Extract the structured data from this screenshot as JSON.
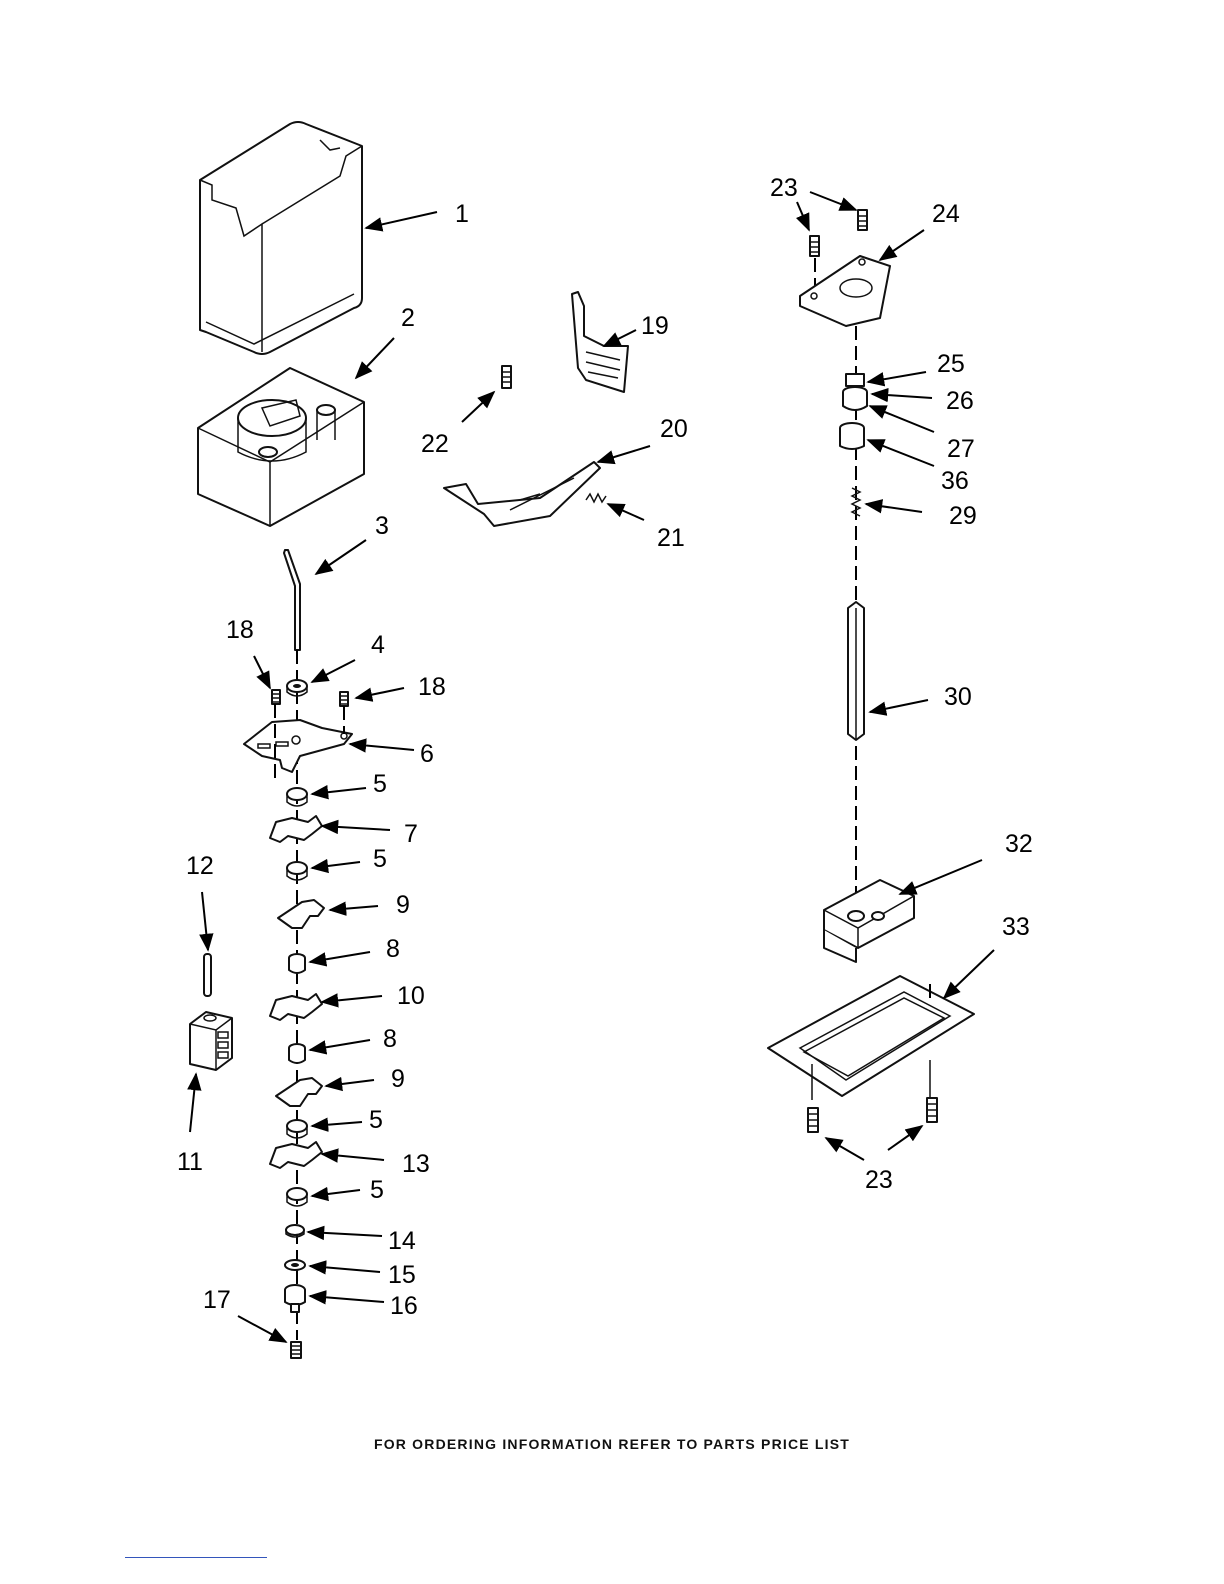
{
  "callouts": {
    "c1": "1",
    "c2": "2",
    "c3": "3",
    "c4": "4",
    "c5": "5",
    "c6": "6",
    "c7": "7",
    "c8": "8",
    "c9": "9",
    "c10": "10",
    "c11": "11",
    "c12": "12",
    "c13": "13",
    "c14": "14",
    "c15": "15",
    "c16": "16",
    "c17": "17",
    "c18": "18",
    "c19": "19",
    "c20": "20",
    "c21": "21",
    "c22": "22",
    "c23": "23",
    "c24": "24",
    "c25": "25",
    "c26": "26",
    "c27": "27",
    "c29": "29",
    "c30": "30",
    "c32": "32",
    "c33": "33",
    "c36": "36"
  },
  "footer_text": "FOR ORDERING INFORMATION REFER TO PARTS PRICE LIST"
}
